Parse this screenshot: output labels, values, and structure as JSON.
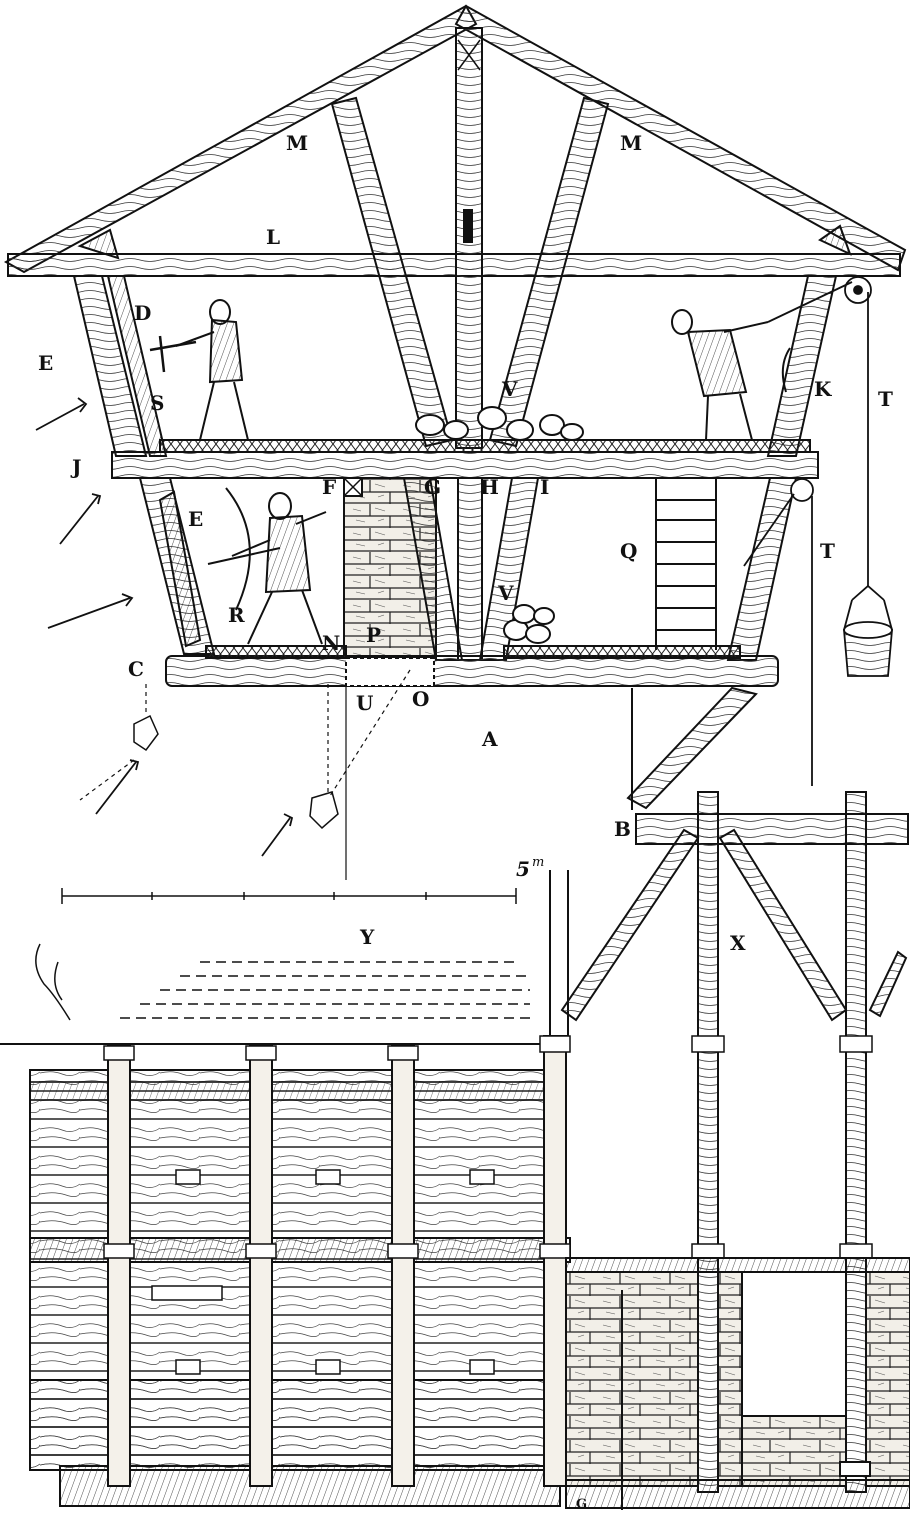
{
  "labels": {
    "M1": "M",
    "M2": "M",
    "L": "L",
    "D": "D",
    "E_top": "E",
    "S": "S",
    "V1": "V",
    "K": "K",
    "T1": "T",
    "J": "J",
    "F": "F",
    "G": "G",
    "H": "H",
    "I": "I",
    "E_mid": "E",
    "Q": "Q",
    "T2": "T",
    "V2": "V",
    "R": "R",
    "N": "N",
    "P": "P",
    "C": "C",
    "U": "U",
    "O": "O",
    "A": "A",
    "B": "B",
    "Y": "Y",
    "X": "X",
    "scale": "5",
    "scale_unit": "m",
    "signature": "G"
  },
  "scale_bar": {
    "ticks": 5
  },
  "colors": {
    "ink": "#111111",
    "paper": "#ffffff",
    "wood": "#f4f1ea",
    "stone": "#ebe7de"
  }
}
